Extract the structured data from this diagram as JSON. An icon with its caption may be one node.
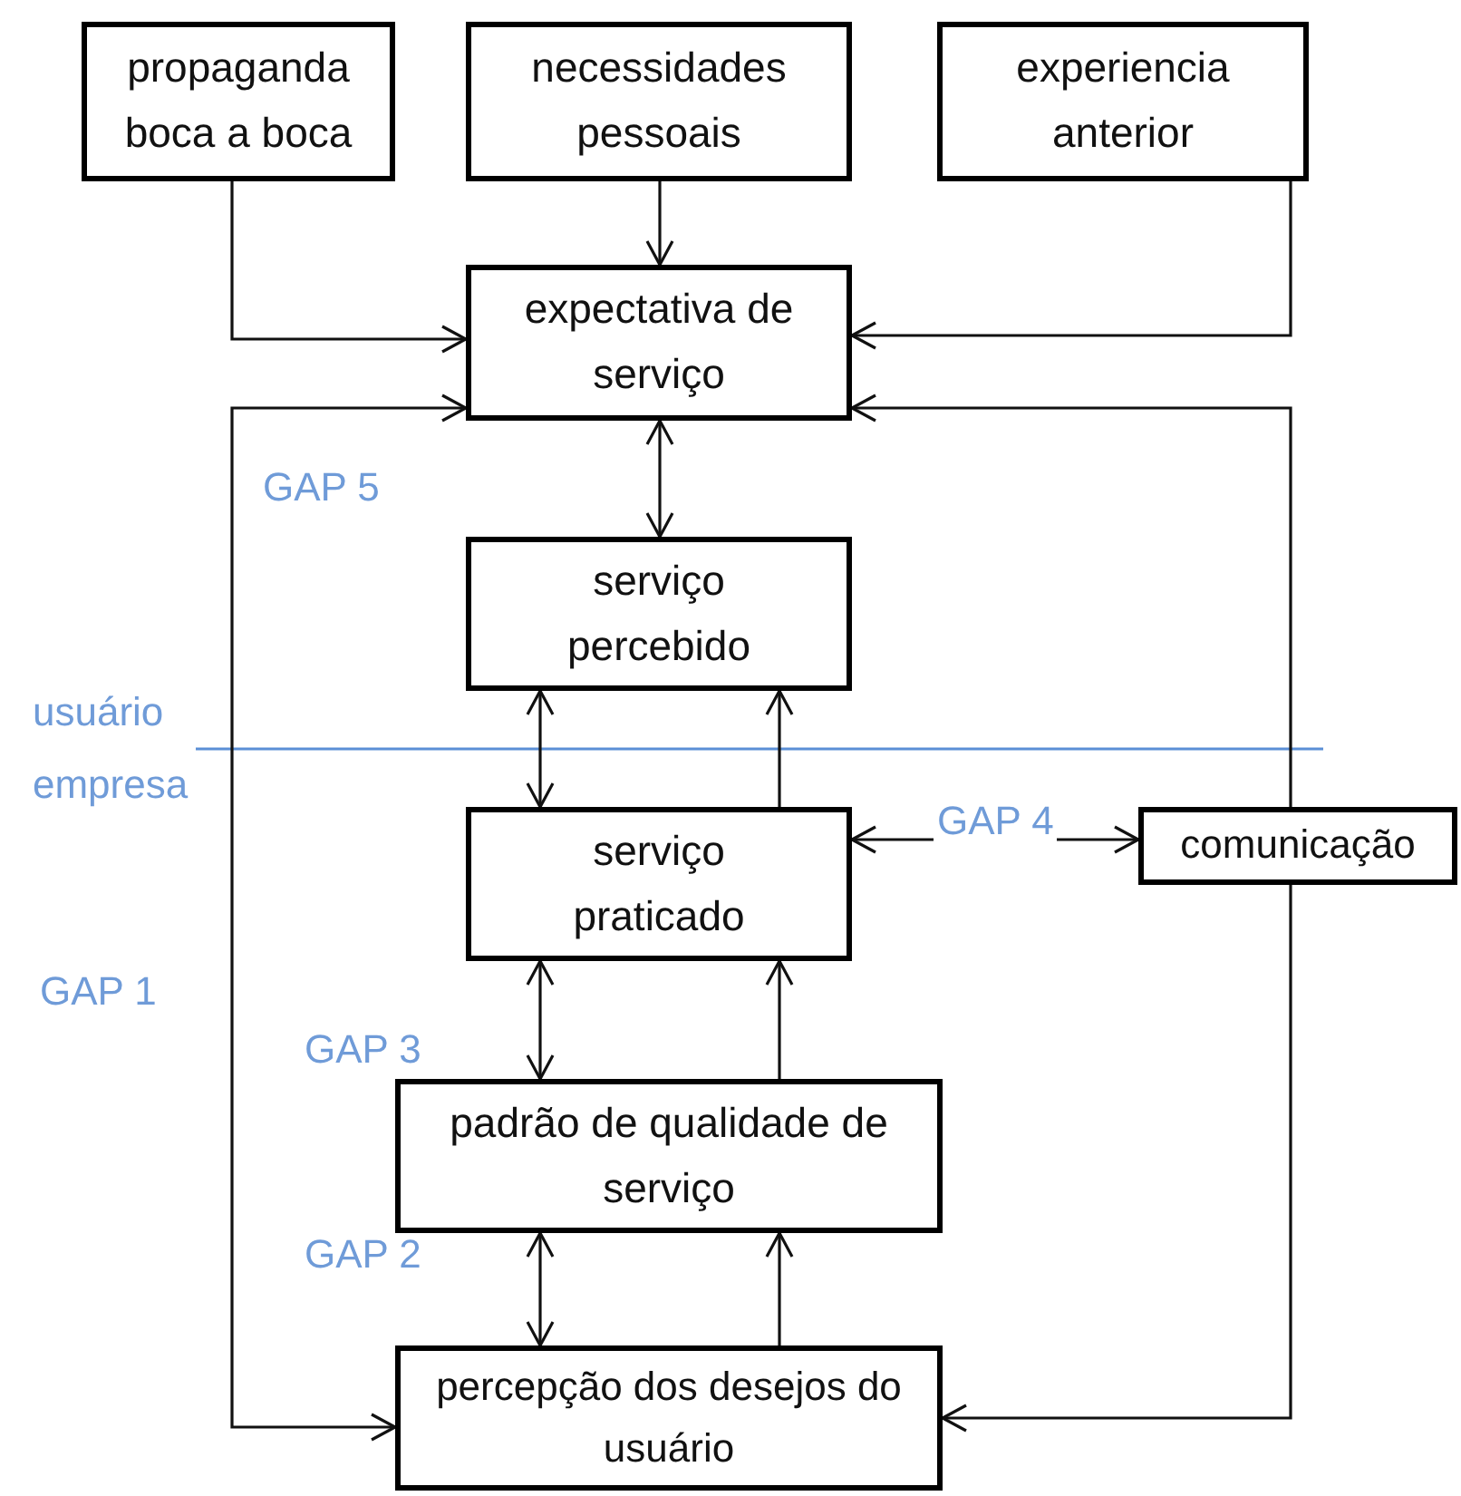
{
  "diagram": {
    "nodes": [
      {
        "text": [
          "propaganda boca a boca"
        ]
      },
      {
        "text": [
          "necessidades pessoais"
        ]
      },
      {
        "text": [
          "experiencia anterior"
        ]
      },
      {
        "text": [
          "expectativa de serviço"
        ]
      },
      {
        "text": [
          "serviço percebido"
        ]
      },
      {
        "text": [
          "serviço praticado"
        ]
      },
      {
        "text": [
          "comunicação"
        ]
      },
      {
        "text": [
          "padrão de qualidade de serviço"
        ]
      },
      {
        "text": [
          "percepção dos desejos do usuário"
        ]
      }
    ],
    "edges": [
      {
        "from": 0,
        "to": 3,
        "arrow": "to"
      },
      {
        "from": 1,
        "to": 3,
        "arrow": "to"
      },
      {
        "from": 2,
        "to": 3,
        "arrow": "to"
      },
      {
        "from": 3,
        "to": 4,
        "arrow": "both"
      },
      {
        "from": 4,
        "to": 5,
        "arrow": "both"
      },
      {
        "from": 5,
        "to": 4,
        "arrow": "to"
      },
      {
        "from": 5,
        "to": 6,
        "arrow": "both",
        "label": "GAP 4"
      },
      {
        "from": 5,
        "to": 7,
        "arrow": "both"
      },
      {
        "from": 7,
        "to": 5,
        "arrow": "to"
      },
      {
        "from": 7,
        "to": 8,
        "arrow": "both"
      },
      {
        "from": 8,
        "to": 7,
        "arrow": "to"
      },
      {
        "from": 8,
        "to": 3,
        "arrow": "both"
      },
      {
        "from": 6,
        "to": 3,
        "arrow": "to"
      },
      {
        "from": 6,
        "to": 8,
        "arrow": "to"
      }
    ],
    "labels": [
      "GAP 5",
      "usuário",
      "empresa",
      "GAP 1",
      "GAP 3",
      "GAP 2"
    ]
  }
}
